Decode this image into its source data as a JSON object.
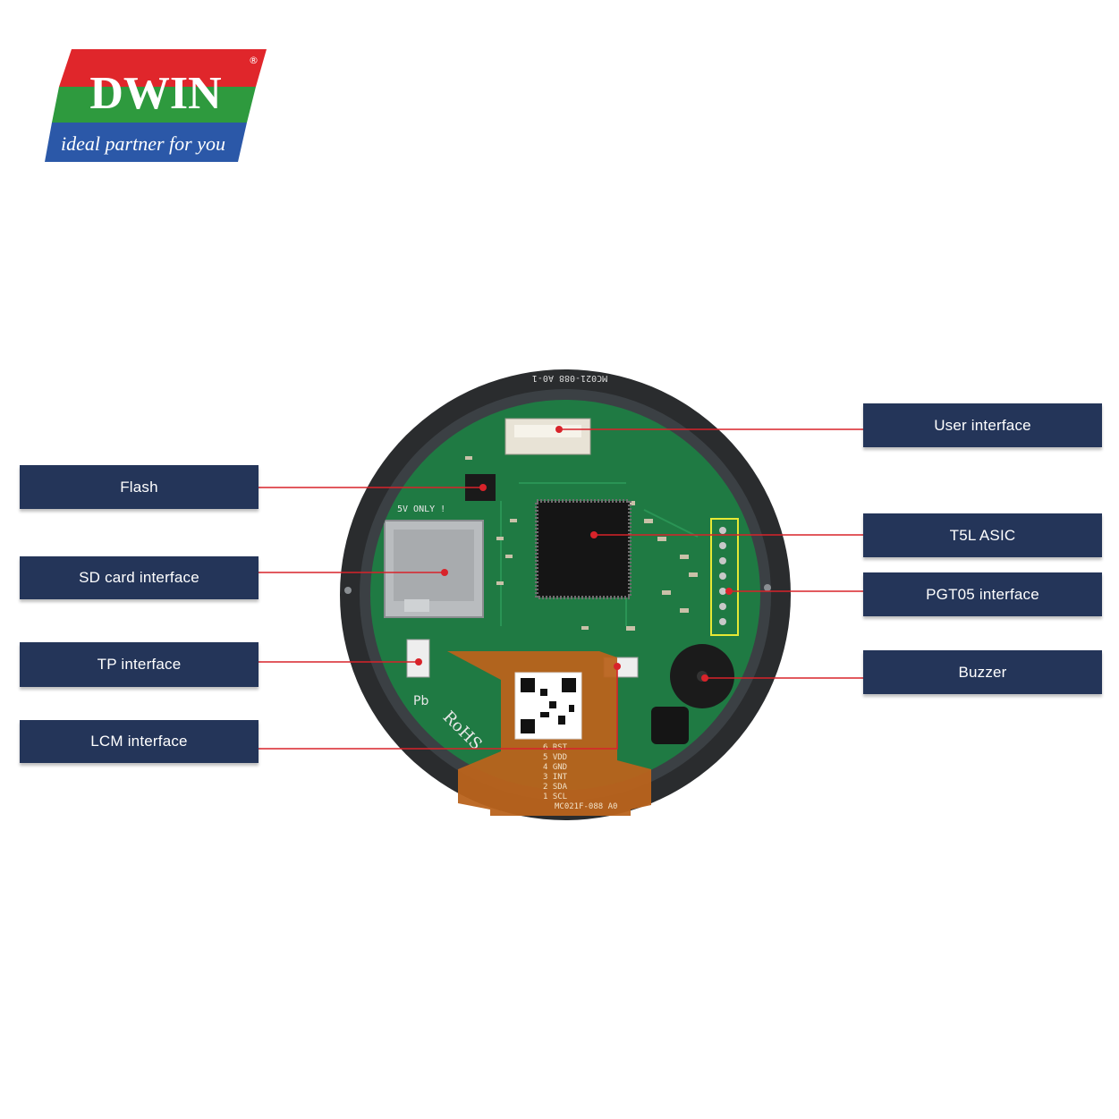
{
  "logo": {
    "brand": "DWIN",
    "tagline": "ideal partner for you",
    "registered_mark": "®",
    "colors": {
      "red": "#e0262b",
      "green": "#2e9a3e",
      "blue": "#2b58a8"
    }
  },
  "board": {
    "top_marking": "MC021-088 A0-1",
    "fpc_marking": "MC021F-088 A0",
    "pin_labels": [
      "6 RST",
      "5 VDD",
      "4 GND",
      "3 INT",
      "2 SDA",
      "1 SCL"
    ],
    "warning": "5V ONLY !",
    "rohs": "RoHS",
    "pb": "Pb"
  },
  "labels": {
    "flash": "Flash",
    "sd_card": "SD card interface",
    "tp": "TP interface",
    "lcm": "LCM interface",
    "user_interface": "User interface",
    "asic": "T5L ASIC",
    "pgt05": "PGT05 interface",
    "buzzer": "Buzzer"
  },
  "colors": {
    "label_bg": "#243559",
    "leader_line": "#d8232a",
    "pcb": "#1f7a43",
    "bezel": "#2a2c2e"
  }
}
